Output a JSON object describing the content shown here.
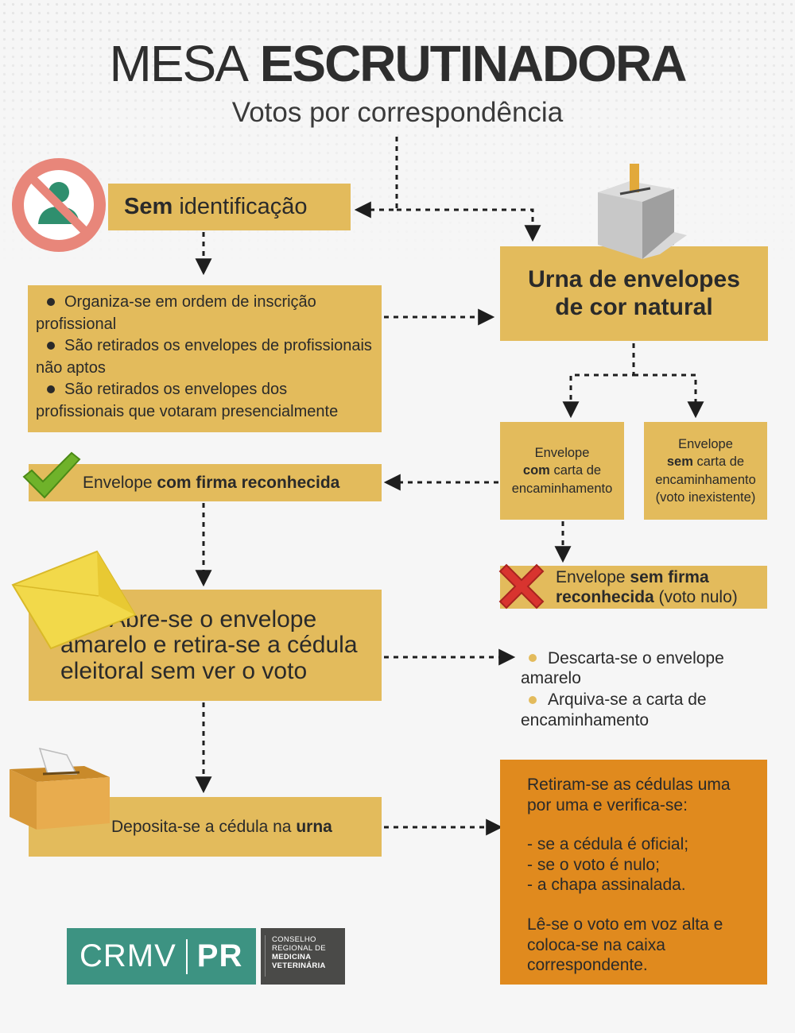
{
  "title": {
    "light": "MESA",
    "bold": "ESCRUTINADORA"
  },
  "subtitle": "Votos por correspondência",
  "sem_identificacao": {
    "bold": "Sem",
    "rest": " identificação"
  },
  "urna_natural": {
    "line1": "Urna de envelopes",
    "line2": "de cor natural"
  },
  "list1": [
    "Organiza-se em ordem de inscrição profissional",
    "São retirados os envelopes de profissionais não aptos",
    "São retirados os envelopes dos profissionais que votaram presencialmente"
  ],
  "com_carta": {
    "line1": "Envelope",
    "bold": "com",
    "line2_rest": " carta de",
    "line3": "encaminhamento"
  },
  "sem_carta": {
    "line1": "Envelope",
    "bold": "sem",
    "line2_rest": " carta de",
    "line3": "encaminhamento",
    "line4": "(voto inexistente)"
  },
  "firma": {
    "normal": "Envelope ",
    "bold": "com firma reconhecida"
  },
  "sem_firma": {
    "normal": "Envelope ",
    "bold1": "sem firma",
    "bold2": "reconhecida",
    "normal2": " (voto nulo)"
  },
  "abre": {
    "line1": "Abre-se o envelope",
    "line2": "amarelo e retira-se a cédula",
    "line3": "eleitoral sem ver o voto"
  },
  "list2": [
    "Descarta-se o envelope amarelo",
    "Arquiva-se a carta de encaminhamento"
  ],
  "deposita": {
    "normal": "Depositа-se a cédula na ",
    "bold": "urna"
  },
  "retiram": {
    "p1": "Retiram-se as cédulas uma por uma e verifica-se:",
    "items": [
      "- se a cédula é oficial;",
      "- se o voto é nulo;",
      "- a chapa assinalada."
    ],
    "p2": "Lê-se o voto em voz alta e coloca-se na caixa correspondente."
  },
  "logo": {
    "crmv": "CRMV",
    "pr": "PR",
    "org1": "CONSELHO",
    "org2": "REGIONAL DE",
    "org3": "MEDICINA",
    "org4": "VETERINÁRIA"
  },
  "colors": {
    "gold": "#e3bb5c",
    "orange": "#e08a1e",
    "teal": "#3d9382",
    "dark": "#4a4a48",
    "forbidden": "#e8867a",
    "check": "#6fb22a",
    "cross": "#d8342f"
  }
}
